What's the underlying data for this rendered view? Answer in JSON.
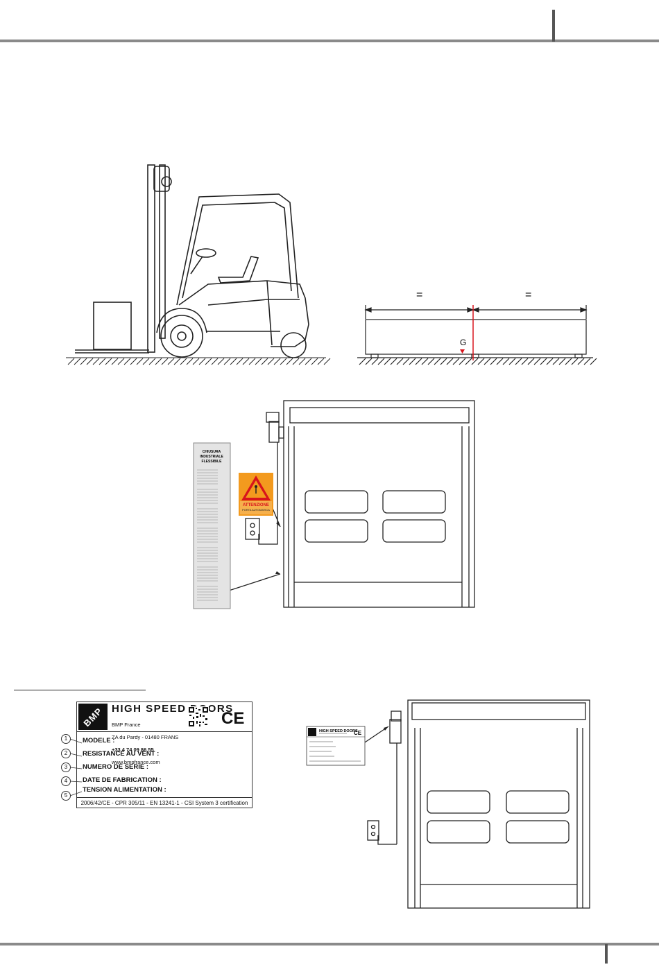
{
  "dimension_marks": {
    "equal_left": "=",
    "equal_right": "=",
    "center_of_gravity": "G"
  },
  "leaflet": {
    "title_line1": "CHIUSURA",
    "title_line2": "INDUSTRIALE",
    "title_line3": "FLESSIBILE"
  },
  "warning_sign": {
    "label": "ATTENZIONE",
    "sublabel": "PORTA AUTOMATICA"
  },
  "nameplate": {
    "brand": "HIGH SPEED DOORS",
    "logo": "BMP",
    "address_lines": [
      "BMP France",
      "ZA du Pardy - 01480 FRANS",
      "+33 4 74 09 86 55",
      "www.bmpfrance.com"
    ],
    "ce_mark": "CE",
    "fields": [
      {
        "number": "1",
        "label": "MODELE :"
      },
      {
        "number": "2",
        "label": "RESISTANCE AU VENT :"
      },
      {
        "number": "3",
        "label": "NUMERO DE SERIE :"
      },
      {
        "number": "4",
        "label": "DATE DE FABRICATION :"
      },
      {
        "number": "5",
        "label": "TENSION ALIMENTATION :"
      }
    ],
    "footer": "2006/42/CE - CPR 305/11 - EN 13241-1 - CSI System 3 certification"
  },
  "mini_plate": {
    "brand": "HIGH SPEED DOORS"
  },
  "icons": [
    "forklift-icon",
    "warning-icon",
    "qr-code-icon",
    "control-box-icon"
  ]
}
